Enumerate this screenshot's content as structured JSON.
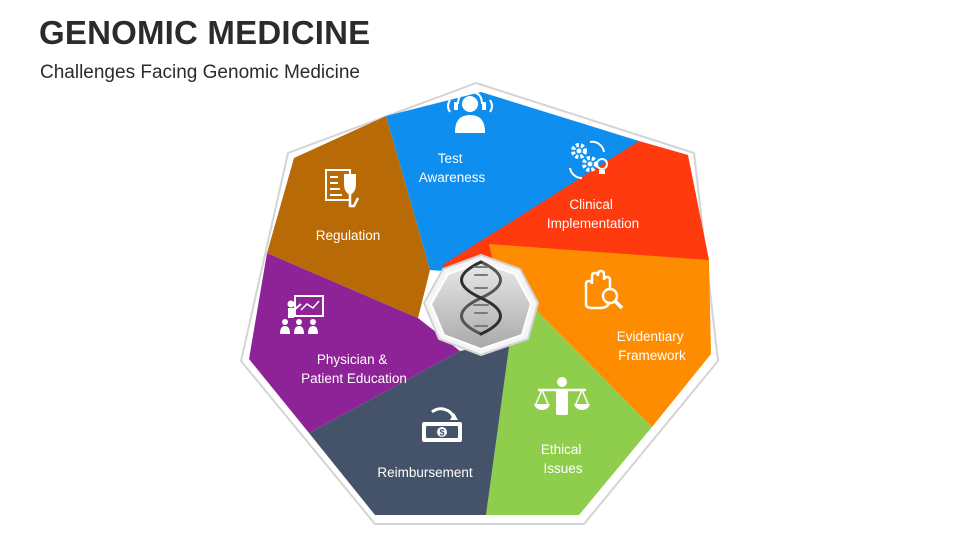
{
  "header": {
    "title": "GENOMIC MEDICINE",
    "subtitle": "Challenges Facing Genomic Medicine"
  },
  "segments": [
    {
      "label_lines": [
        "Test",
        "Awareness"
      ],
      "color": "#0E8FEF",
      "icon": "consultant-icon"
    },
    {
      "label_lines": [
        "Clinical",
        "Implementation"
      ],
      "color": "#FE3A0E",
      "icon": "gears-lightbulb-icon"
    },
    {
      "label_lines": [
        "Evidentiary",
        "Framework"
      ],
      "color": "#FE8C00",
      "icon": "hand-magnifier-icon"
    },
    {
      "label_lines": [
        "Ethical",
        "Issues"
      ],
      "color": "#8FCE4C",
      "icon": "ethics-scale-icon"
    },
    {
      "label_lines": [
        "Reimbursement"
      ],
      "color": "#44536A",
      "icon": "money-icon"
    },
    {
      "label_lines": [
        "Physician &",
        "Patient Education"
      ],
      "color": "#8E2398",
      "icon": "presentation-icon"
    },
    {
      "label_lines": [
        "Regulation"
      ],
      "color": "#B86A06",
      "icon": "regulation-document-icon"
    }
  ],
  "center": {
    "icon": "dna-icon",
    "color": "#C9C9C9"
  }
}
